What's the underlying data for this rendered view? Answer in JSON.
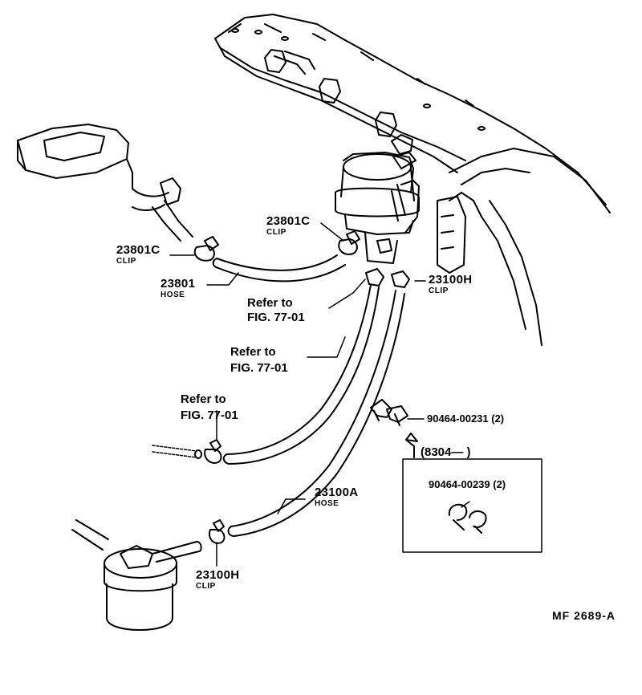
{
  "labels": {
    "clip_23801c_left": {
      "number": "23801C",
      "desc": "CLIP"
    },
    "clip_23801c_top": {
      "number": "23801C",
      "desc": "CLIP"
    },
    "hose_23801": {
      "number": "23801",
      "desc": "HOSE"
    },
    "clip_23100h_top": {
      "number": "23100H",
      "desc": "CLIP"
    },
    "clip_23100h_bottom": {
      "number": "23100H",
      "desc": "CLIP"
    },
    "hose_23100a": {
      "number": "23100A",
      "desc": "HOSE"
    }
  },
  "references": [
    {
      "line1": "Refer to",
      "line2": "FIG. 77-01"
    },
    {
      "line1": "Refer to",
      "line2": "FIG. 77-01"
    },
    {
      "line1": "Refer to",
      "line2": "FIG. 77-01"
    }
  ],
  "inset": {
    "part_upper": "90464-00231 (2)",
    "date_range": "(8304—        )",
    "part_lower": "90464-00239 (2)"
  },
  "figure_code": "MF  2689-A"
}
